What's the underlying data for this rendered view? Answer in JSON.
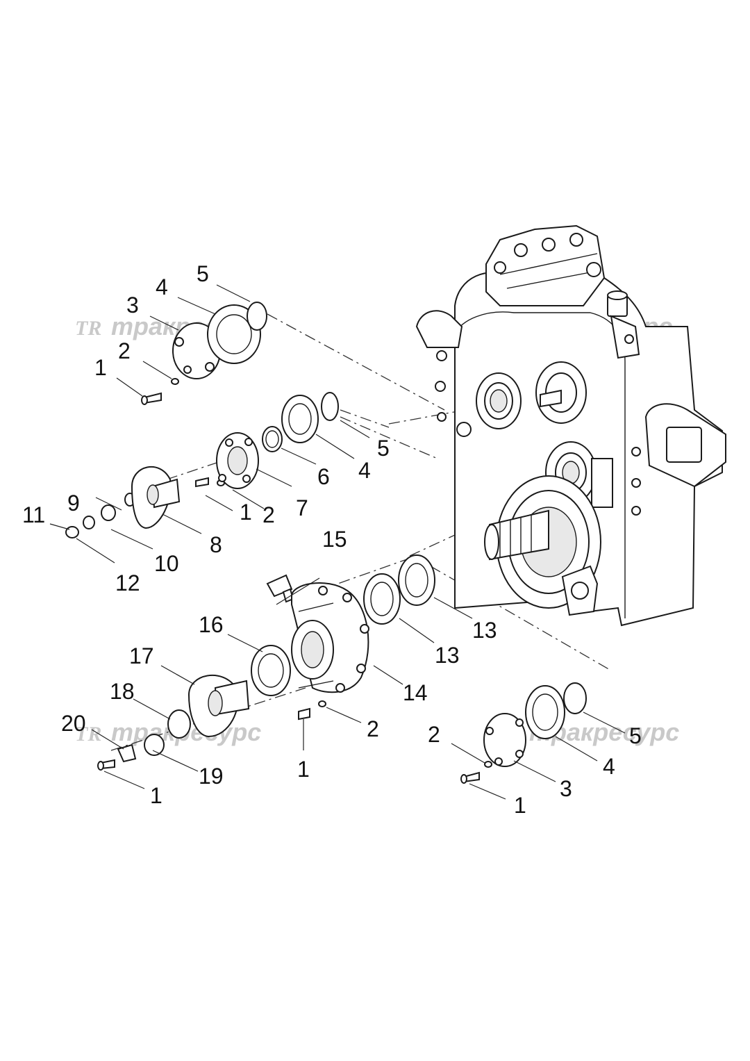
{
  "watermark": {
    "logo": "TR",
    "brand": "тракресурс"
  },
  "callouts": [
    "1",
    "2",
    "3",
    "4",
    "5",
    "1",
    "2",
    "4",
    "5",
    "6",
    "7",
    "8",
    "9",
    "10",
    "11",
    "12",
    "13",
    "13",
    "14",
    "15",
    "1",
    "2",
    "16",
    "17",
    "18",
    "19",
    "20",
    "1",
    "1",
    "2",
    "3",
    "4",
    "5"
  ]
}
